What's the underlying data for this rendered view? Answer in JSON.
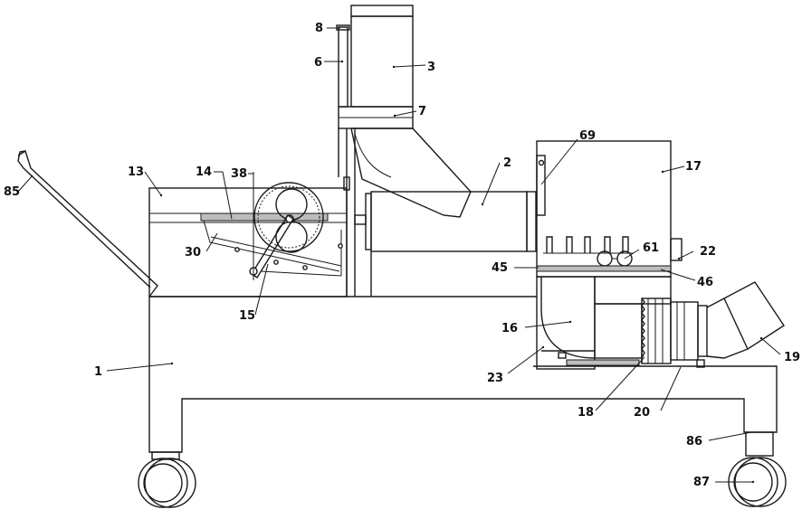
{
  "labels": {
    "l1": "1",
    "l2": "2",
    "l3": "3",
    "l6": "6",
    "l7": "7",
    "l8": "8",
    "l13": "13",
    "l14": "14",
    "l15": "15",
    "l16": "16",
    "l17": "17",
    "l18": "18",
    "l19": "19",
    "l20": "20",
    "l22": "22",
    "l23": "23",
    "l30": "30",
    "l38": "38",
    "l45": "45",
    "l46": "46",
    "l61": "61",
    "l69": "69",
    "l85": "85",
    "l86": "86",
    "l87": "87"
  }
}
